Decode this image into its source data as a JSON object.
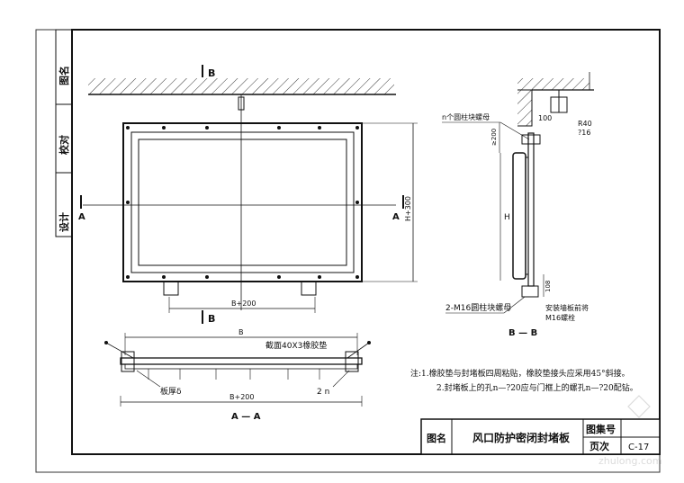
{
  "side_strip": {
    "drawing_name": "图名",
    "checked_by": "校对",
    "designed_by": "设计"
  },
  "front_view": {
    "section_mark_b": "B",
    "section_mark_a": "A",
    "width_dim": "B+200",
    "height_dim": "H+300"
  },
  "section_bb": {
    "callout_nut": "n个圆柱块螺母",
    "dim_100": "100",
    "dim_r40": "R40",
    "dim_phi16": "?16",
    "dim_200": "≥200",
    "dim_h": "H",
    "dim_108": "108",
    "bolt_label": "2-M16圆柱块螺母",
    "install_note": "安装墙板前将",
    "bolt_label2": "M16螺栓",
    "title": "B — B"
  },
  "section_aa": {
    "dim_b": "B",
    "rubber_strip": "截面40X3橡胶垫",
    "plate_thickness": "板厚δ",
    "nut_label": "2 n",
    "dim_b200": "B+200",
    "title": "A — A"
  },
  "notes": {
    "line1": "注:1.橡胶垫与封堵板四周粘贴，橡胶垫接头应采用45°斜接。",
    "line2": "2.封堵板上的孔n—?20应与门框上的螺孔n—?20配钻。"
  },
  "title_block": {
    "name_label": "图名",
    "drawing_title": "风口防护密闭封堵板",
    "atlas_label": "图集号",
    "page_label": "页次",
    "page_number": "C-17"
  },
  "watermark": "zhulong.com"
}
